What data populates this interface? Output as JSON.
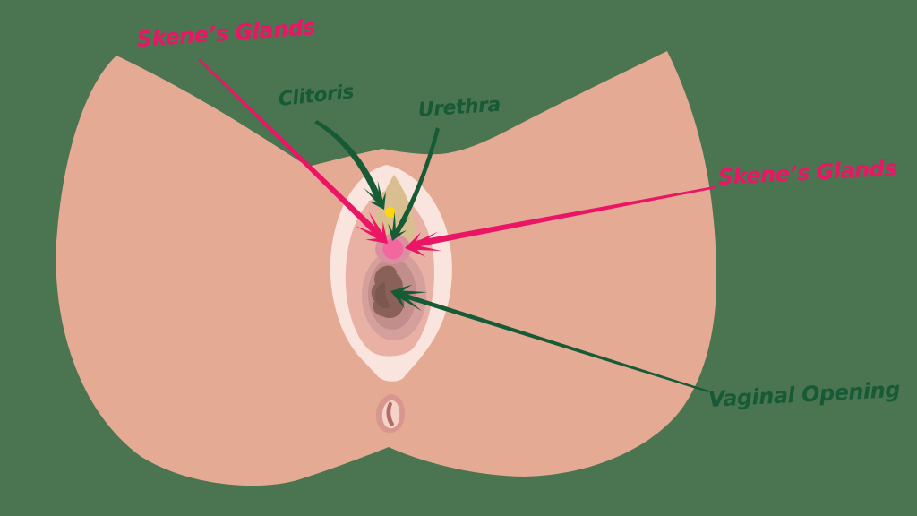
{
  "labels": {
    "skenes_glands_left": "Skene’s Glands",
    "clitoris": "Clitoris",
    "urethra": "Urethra",
    "skenes_glands_right": "Skene’s Glands",
    "vaginal_opening": "Vaginal Opening"
  },
  "colors": {
    "background": "#4B7451",
    "skin": "#E5AA93",
    "labia_cream": "#F9E4DE",
    "inner_salmon": "#E8B1A4",
    "hood_tan": "#D9BE90",
    "urethra_ring": "#DB8FA0",
    "urethra_pink": "#F2679D",
    "vestibule_outer": "#D5A09B",
    "vestibule_inner": "#C18E8B",
    "opening_dark": "#8A6159",
    "opening_darker": "#7A574F",
    "clitoris_yellow": "#FFD60A",
    "anus_outer": "#D8968F",
    "anus_inner": "#F6D3C8",
    "anus_slit": "#B26B67",
    "label_pink": "#EB1566",
    "label_green": "#175A36"
  }
}
